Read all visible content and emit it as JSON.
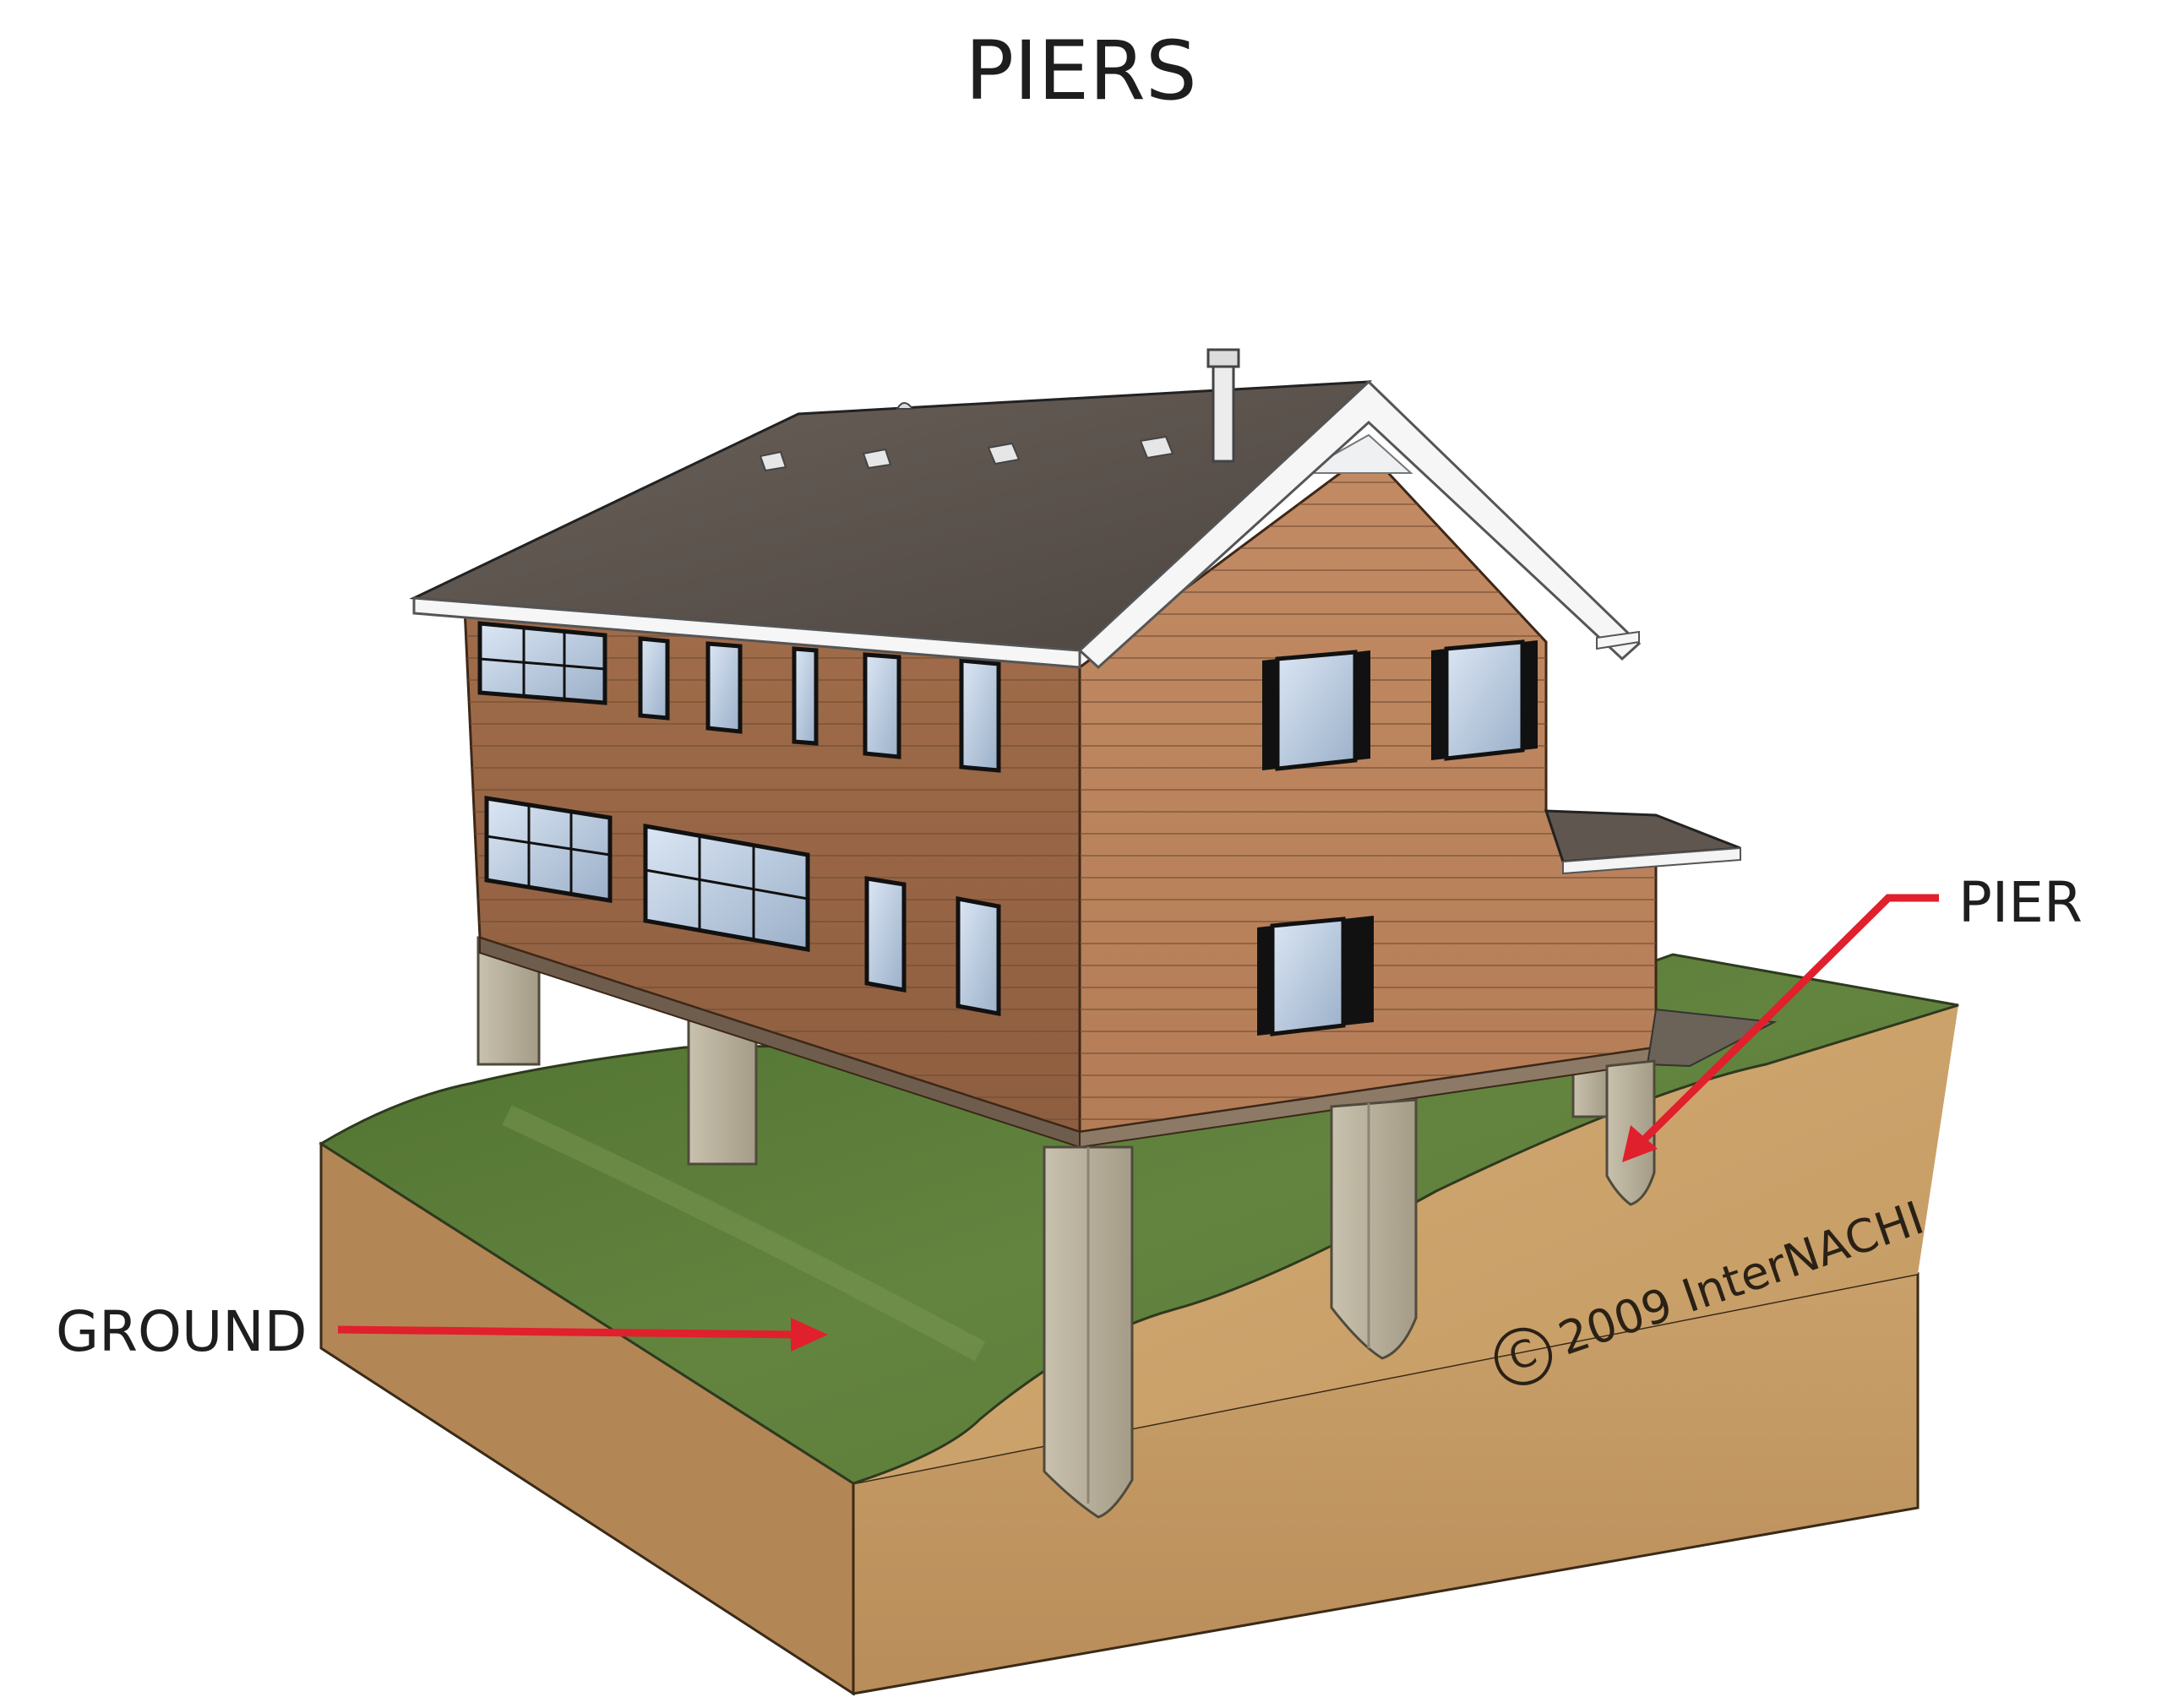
{
  "title": "PIERS",
  "labels": {
    "pier": "PIER",
    "ground": "GROUND"
  },
  "copyright": {
    "symbol": "C",
    "text": "2009  InterNACHI"
  },
  "colors": {
    "arrow": "#e0202c",
    "siding": "#b27d58",
    "roof": "#5f564f",
    "grass": "#5c7e3b",
    "soil": "#c9a06a",
    "pier": "#b3ab96",
    "trim": "#ffffff"
  }
}
